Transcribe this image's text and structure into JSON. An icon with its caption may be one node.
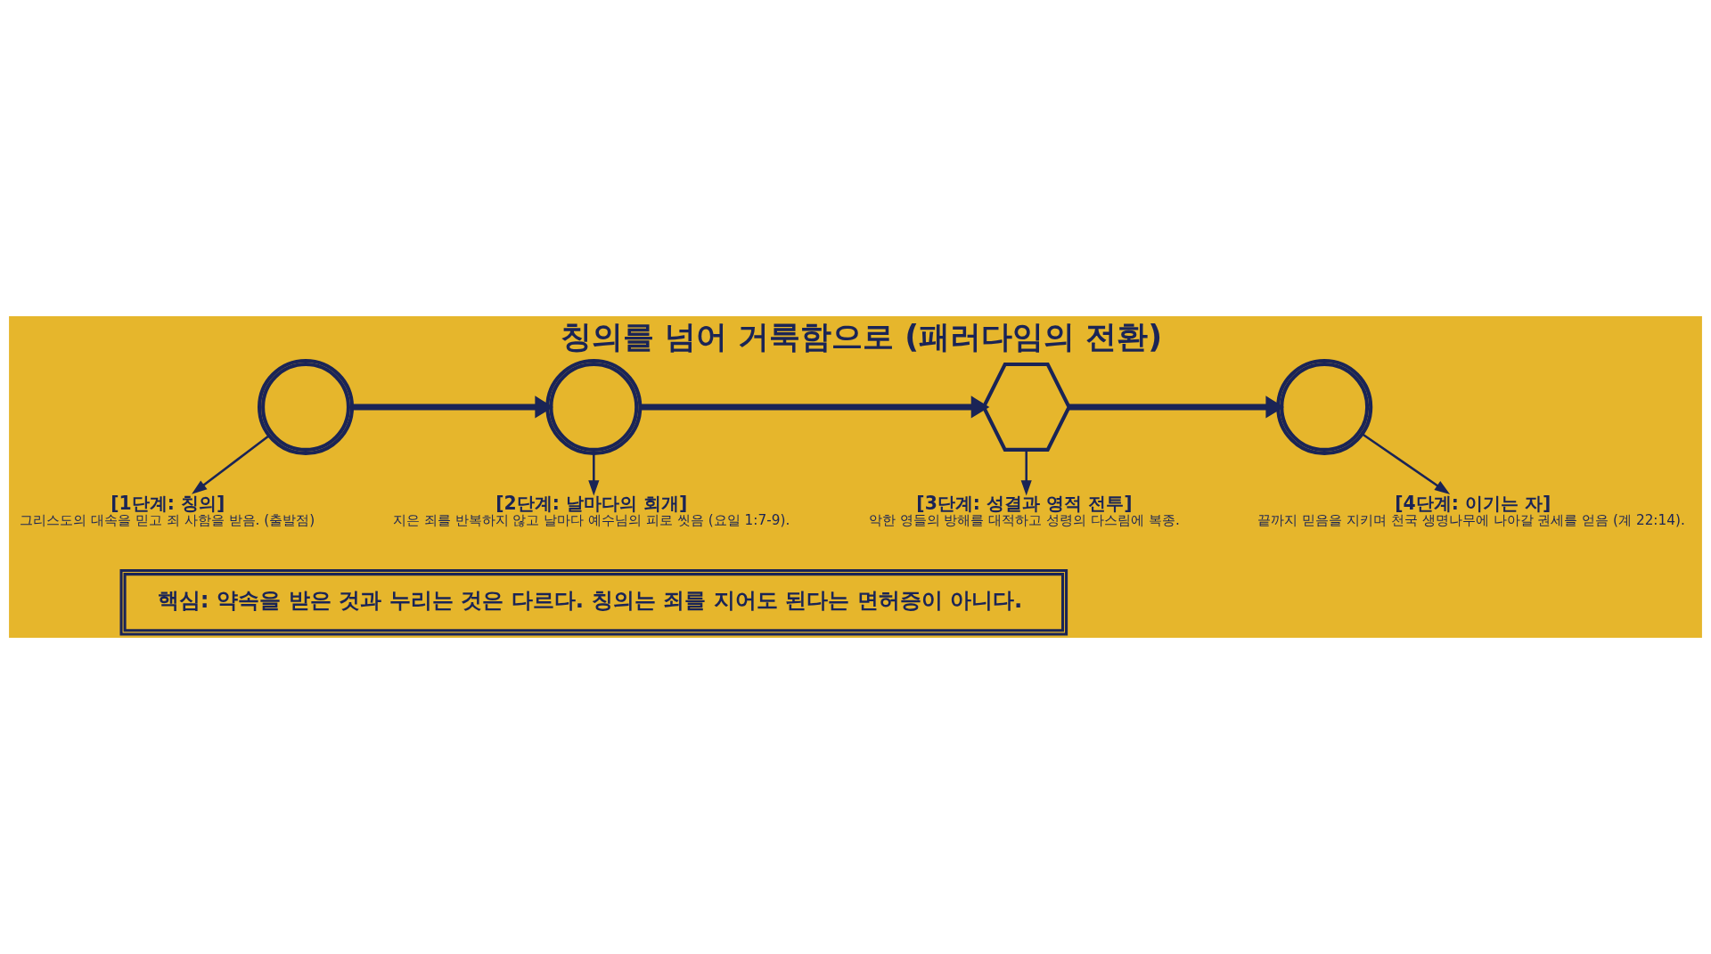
{
  "diagram": {
    "title": "칭의를 넘어 거룩함으로 (패러다임의 전환)",
    "nodes": [
      {
        "text": [],
        "shape": "circle"
      },
      {
        "text": [],
        "shape": "circle"
      },
      {
        "text": [],
        "shape": "hexagon"
      },
      {
        "text": [],
        "shape": "circle"
      },
      {
        "text": [
          "[1단계: 칭의]",
          "그리스도의 대속을 믿고 죄 사함을 받음. (출발점)"
        ]
      },
      {
        "text": [
          "[2단계: 날마다의 회개]",
          "지은 죄를 반복하지 않고 날마다 예수님의 피로 씻음 (요일 1:7-9)."
        ]
      },
      {
        "text": [
          "[3단계: 성결과 영적 전투]",
          "악한 영들의 방해를 대적하고 성령의 다스림에 복종."
        ]
      },
      {
        "text": [
          "[4단계: 이기는 자]",
          "끝까지 믿음을 지키며 천국 생명나무에 나아갈 권세를 얻음 (계 22:14)."
        ]
      },
      {
        "text": [
          "핵심: 약속을 받은 것과 누리는 것은 다르다. 칭의는 죄를 지어도 된다는 면허증이 아니다."
        ]
      }
    ],
    "edges": [
      {
        "from": 0,
        "to": 1,
        "arrow": "to",
        "style": "thick"
      },
      {
        "from": 1,
        "to": 2,
        "arrow": "to",
        "style": "thick"
      },
      {
        "from": 2,
        "to": 3,
        "arrow": "to",
        "style": "thick"
      },
      {
        "from": 0,
        "to": 4,
        "arrow": "to"
      },
      {
        "from": 1,
        "to": 5,
        "arrow": "to"
      },
      {
        "from": 2,
        "to": 6,
        "arrow": "to"
      },
      {
        "from": 3,
        "to": 7,
        "arrow": "to"
      }
    ]
  }
}
